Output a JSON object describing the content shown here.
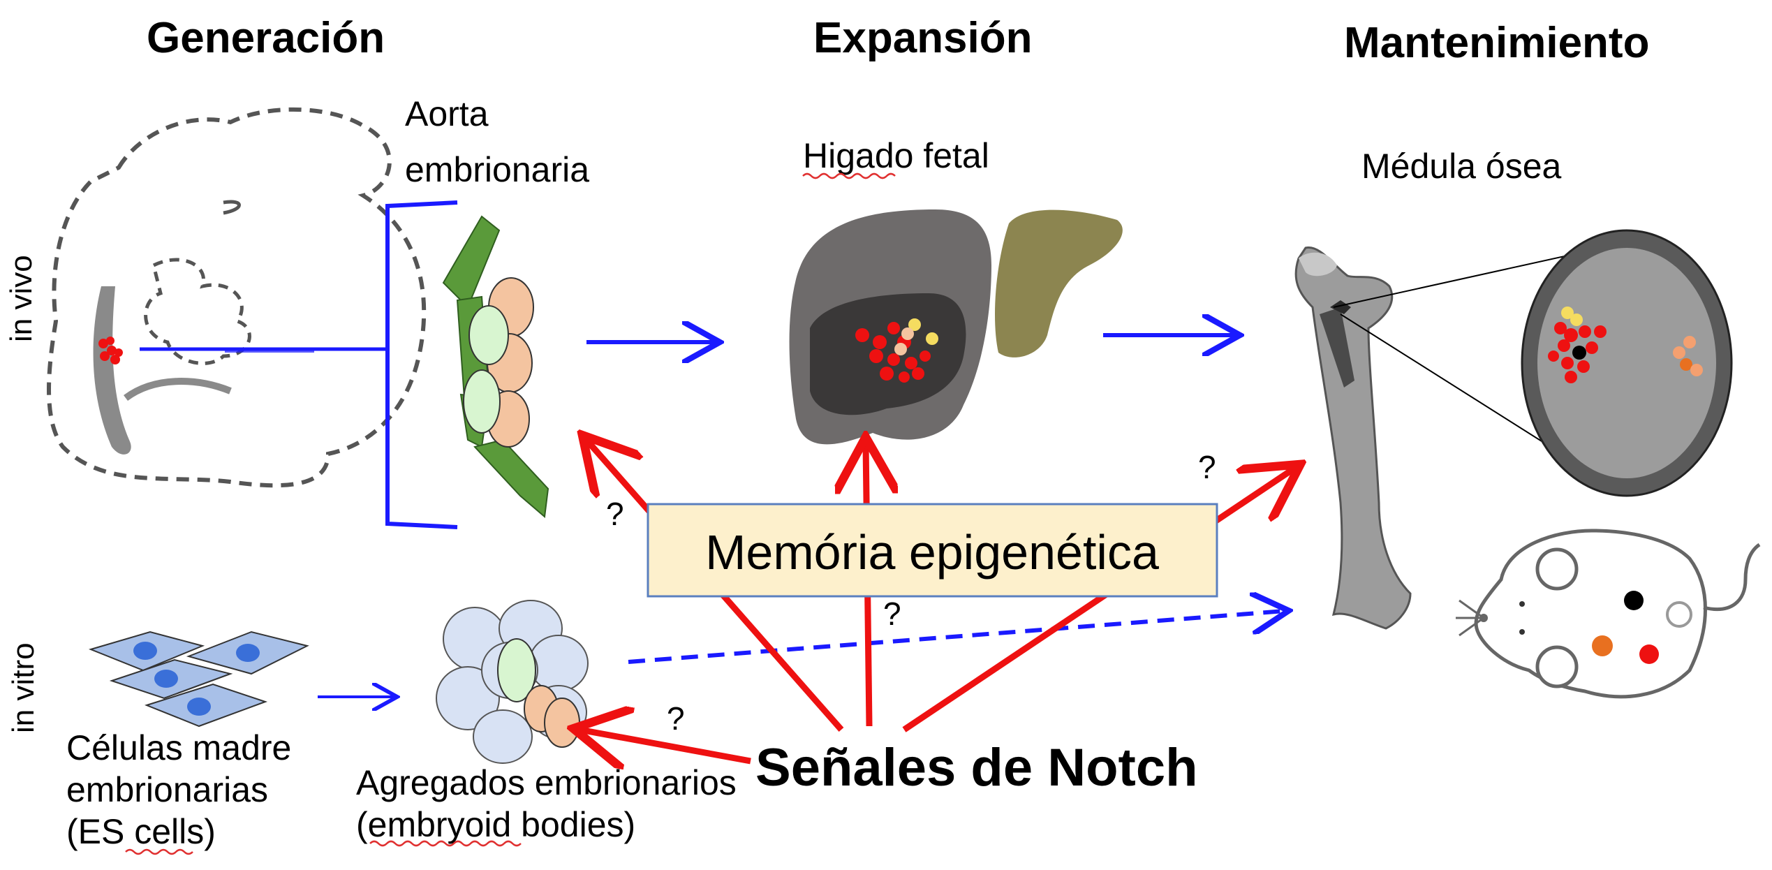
{
  "headers": {
    "generation": "Generación",
    "expansion": "Expansión",
    "maintenance": "Mantenimiento"
  },
  "labels": {
    "aorta_line1": "Aorta",
    "aorta_line2": "embrionaria",
    "liver": "Higado fetal",
    "marrow": "Médula ósea",
    "es_line1": "Células madre",
    "es_line2": "embrionarias",
    "es_line3": "(ES cells)",
    "eb_line1": "Agregados embrionarios",
    "eb_line2": "(embryoid bodies)",
    "in_vivo": "in vivo",
    "in_vitro": "in vitro"
  },
  "center_box": "Memória epigenética",
  "notch": "Señales de Notch",
  "questions": {
    "q1": "?",
    "q2": "?",
    "q3": "?",
    "q4": "?"
  },
  "colors": {
    "blue_arrow": "#1a1aff",
    "red_arrow": "#ee1111",
    "box_fill": "#fdf0cc",
    "box_stroke": "#5a7fbf",
    "green_cell": "#5a9a3a",
    "light_green_cell": "#d8f5d0",
    "peach_cell": "#f4c4a0",
    "liver_gray": "#6e6b6b",
    "liver_dark": "#3a3838",
    "liver_olive": "#8c8550",
    "es_cell": "#a8c0e8",
    "es_nucleus": "#3a6fd8",
    "eb_cell": "#d8e2f4"
  }
}
